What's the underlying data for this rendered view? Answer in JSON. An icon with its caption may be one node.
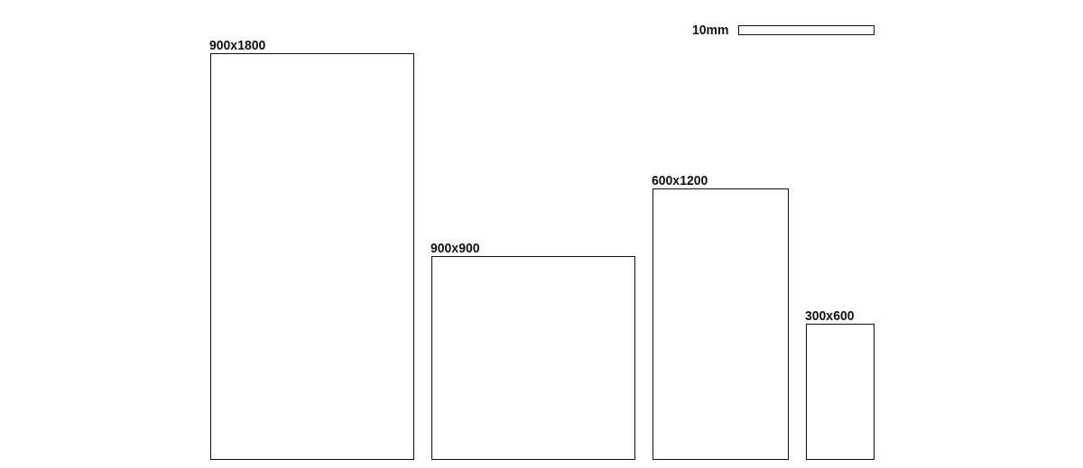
{
  "diagram": {
    "nodes": [
      {
        "text": [
          "900x1800"
        ]
      },
      {
        "text": [
          "900x900"
        ]
      },
      {
        "text": [
          "600x1200"
        ]
      },
      {
        "text": [
          "300x600"
        ]
      }
    ],
    "labels": [
      "10mm"
    ]
  }
}
